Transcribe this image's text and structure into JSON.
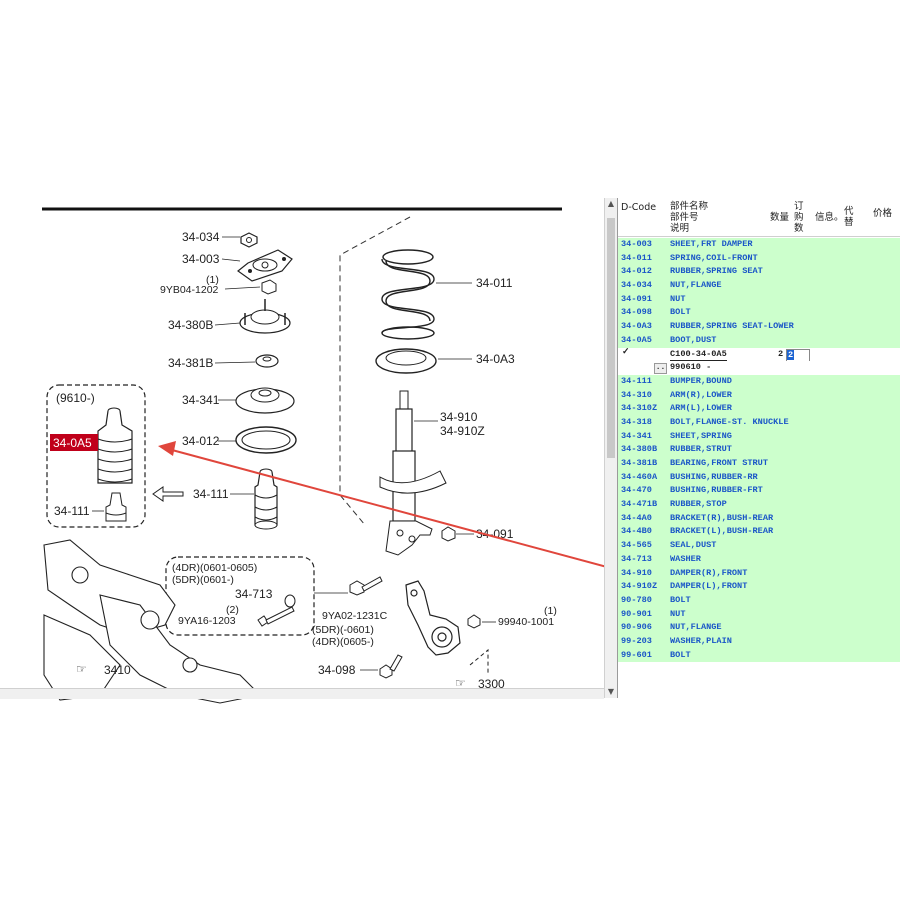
{
  "diagram": {
    "callouts": {
      "c_34_034": "34-034",
      "c_34_003": "34-003",
      "c_9yb04_note": "(1)",
      "c_9yb04": "9YB04-1202",
      "c_34_380b": "34-380B",
      "c_34_381b": "34-381B",
      "c_34_341": "34-341",
      "c_34_012": "34-012",
      "c_34_111_center": "34-111",
      "c_34_011": "34-011",
      "c_34_0a3": "34-0A3",
      "c_34_910": "34-910",
      "c_34_910z": "34-910Z",
      "c_34_091": "34-091",
      "c_inset_date": "(9610-)",
      "c_34_0a5": "34-0A5",
      "c_34_111_inset": "34-111",
      "c_4dr_a": "(4DR)(0601-0605)",
      "c_5dr_a": "(5DR)(0601-)",
      "c_34_713": "34-713",
      "c_9ya16_note": "(2)",
      "c_9ya16": "9YA16-1203",
      "c_9ya02": "9YA02-1231C",
      "c_5dr_b": "(5DR)(-0601)",
      "c_4dr_b": "(4DR)(0605-)",
      "c_34_098": "34-098",
      "c_99940_note": "(1)",
      "c_99940": "99940-1001",
      "c_ref_3410": "3410",
      "c_ref_3300": "3300"
    }
  },
  "table": {
    "headers": {
      "dcode": "D-Code",
      "name1": "部件名称",
      "name2": "部件号",
      "name3": "说明",
      "qty": "数量",
      "order1": "订",
      "order2": "购",
      "order3": "数",
      "info": "信息。",
      "sub1": "代",
      "sub2": "替",
      "price": "价格"
    },
    "rows": [
      {
        "code": "34-003",
        "name": "SHEET,FRT DAMPER"
      },
      {
        "code": "34-011",
        "name": "SPRING,COIL-FRONT"
      },
      {
        "code": "34-012",
        "name": "RUBBER,SPRING SEAT"
      },
      {
        "code": "34-034",
        "name": "NUT,FLANGE"
      },
      {
        "code": "34-091",
        "name": "NUT"
      },
      {
        "code": "34-098",
        "name": "BOLT"
      },
      {
        "code": "34-0A3",
        "name": "RUBBER,SPRING SEAT-LOWER"
      },
      {
        "code": "34-0A5",
        "name": "BOOT,DUST"
      }
    ],
    "sub": {
      "check": "✓",
      "part": "C100-34-0A5",
      "qty": "2",
      "order": "2",
      "expand": "..",
      "date": "990610  -"
    },
    "rows2": [
      {
        "code": "34-111",
        "name": "BUMPER,BOUND"
      },
      {
        "code": "34-310",
        "name": "ARM(R),LOWER"
      },
      {
        "code": "34-310Z",
        "name": "ARM(L),LOWER"
      },
      {
        "code": "34-318",
        "name": "BOLT,FLANGE-ST. KNUCKLE"
      },
      {
        "code": "34-341",
        "name": "SHEET,SPRING"
      },
      {
        "code": "34-380B",
        "name": "RUBBER,STRUT"
      },
      {
        "code": "34-381B",
        "name": "BEARING,FRONT STRUT"
      },
      {
        "code": "34-460A",
        "name": "BUSHING,RUBBER-RR"
      },
      {
        "code": "34-470",
        "name": "BUSHING,RUBBER-FRT"
      },
      {
        "code": "34-471B",
        "name": "RUBBER,STOP"
      },
      {
        "code": "34-4A0",
        "name": "BRACKET(R),BUSH-REAR"
      },
      {
        "code": "34-4B0",
        "name": "BRACKET(L),BUSH-REAR"
      },
      {
        "code": "34-565",
        "name": "SEAL,DUST"
      },
      {
        "code": "34-713",
        "name": "WASHER"
      },
      {
        "code": "34-910",
        "name": "DAMPER(R),FRONT"
      },
      {
        "code": "34-910Z",
        "name": "DAMPER(L),FRONT"
      },
      {
        "code": "90-780",
        "name": "BOLT"
      },
      {
        "code": "90-901",
        "name": "NUT"
      },
      {
        "code": "90-906",
        "name": "NUT,FLANGE"
      },
      {
        "code": "99-203",
        "name": "WASHER,PLAIN"
      },
      {
        "code": "99-601",
        "name": "BOLT"
      }
    ]
  },
  "colors": {
    "row_bg": "#ccffcc",
    "row_text": "#1a56c8",
    "highlight_red": "#c0001a",
    "arrow_red": "#e0463c"
  }
}
